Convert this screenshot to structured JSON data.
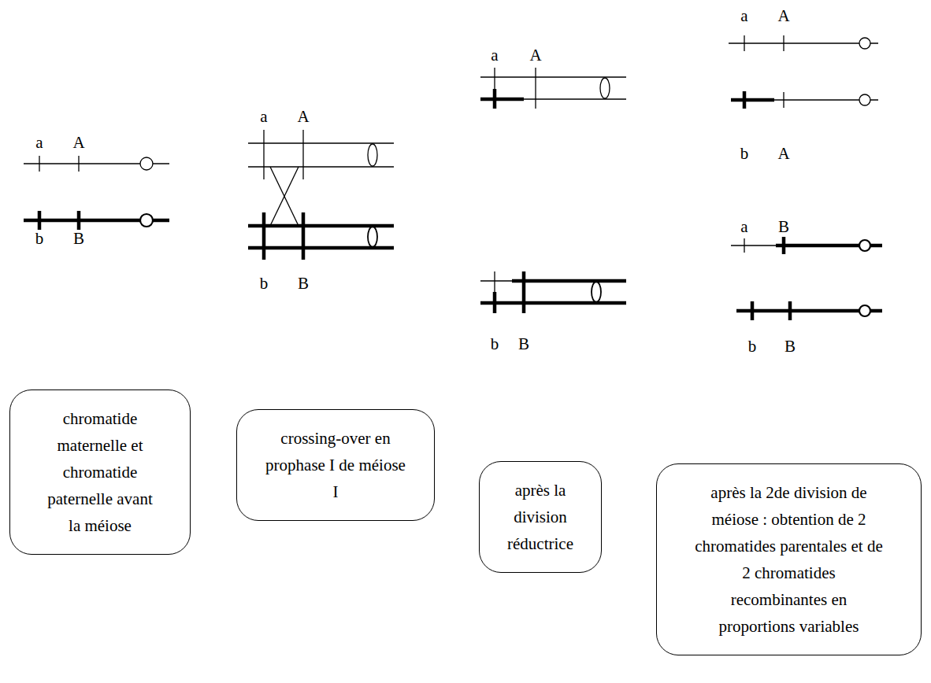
{
  "diagram": {
    "nodes": [
      {
        "text": [
          "chromatide maternelle et chromatide paternelle avant la méiose"
        ]
      },
      {
        "text": [
          "crossing-over en prophase I de méiose I"
        ]
      },
      {
        "text": [
          "après la division réductrice"
        ]
      },
      {
        "text": [
          "après la 2de division de méiose : obtention de 2 chromatides parentales et de 2 chromatides recombinantes en proportions variables"
        ]
      }
    ],
    "labels": [
      "a",
      "A",
      "b",
      "B",
      "a",
      "A",
      "b",
      "B",
      "a",
      "A",
      "b",
      "B",
      "a",
      "A",
      "b",
      "A",
      "a",
      "B",
      "b",
      "B"
    ]
  }
}
